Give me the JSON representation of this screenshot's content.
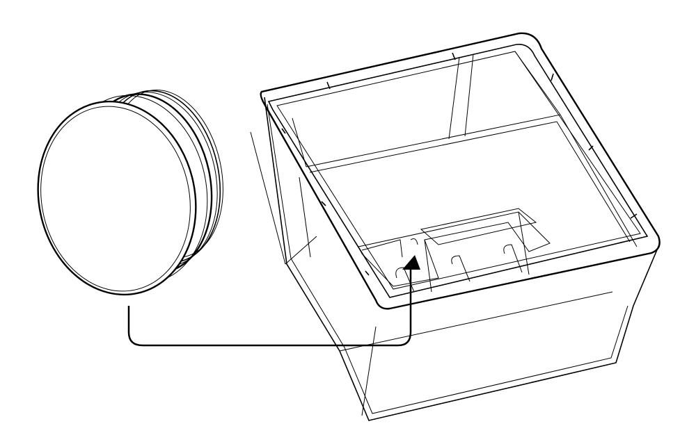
{
  "diagram": {
    "parts": [
      {
        "name": "round-plug"
      },
      {
        "name": "square-planter-box"
      }
    ],
    "connector": {
      "from": "round-plug",
      "to": "box-drain-hole",
      "style": "arrow"
    },
    "colors": {
      "line": "#000000",
      "background": "#ffffff"
    }
  }
}
